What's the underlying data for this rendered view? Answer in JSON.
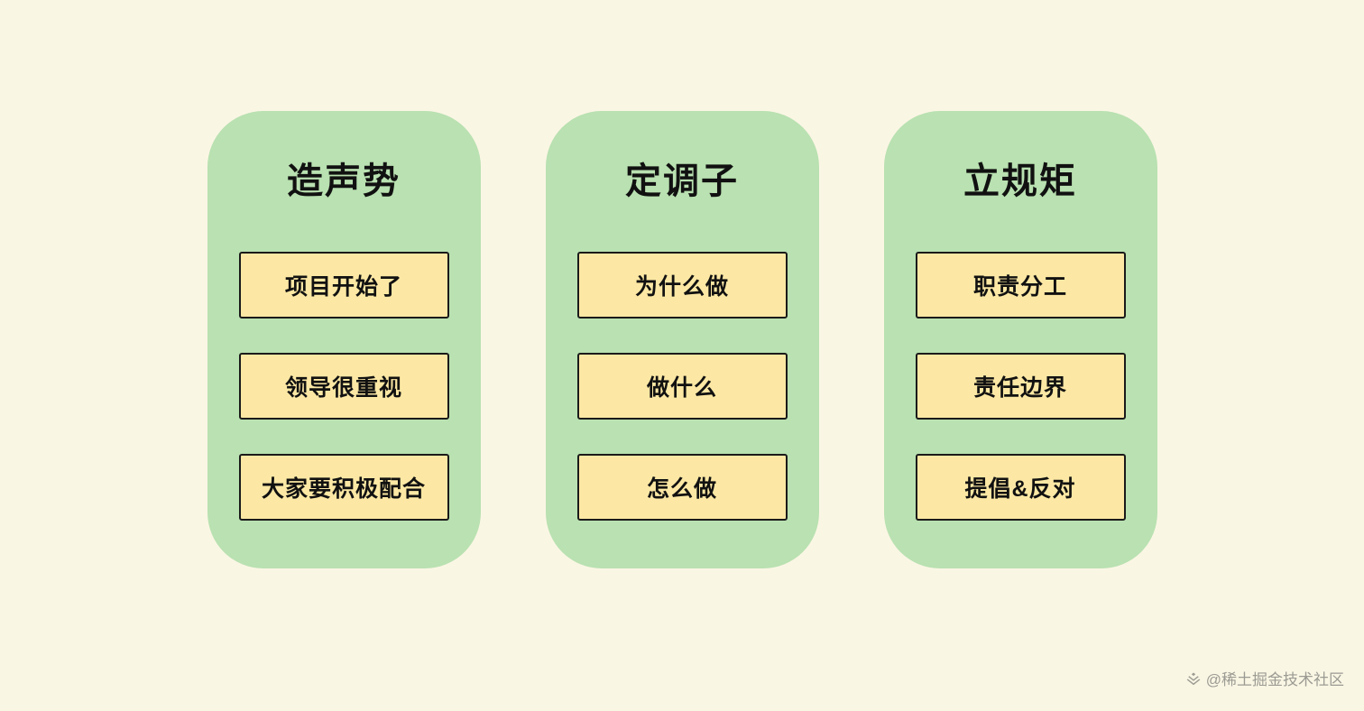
{
  "page": {
    "background_color": "#faf6e4",
    "card_color": "#b9e1b1",
    "box_color": "#fce8a4",
    "box_border_color": "#1a1a1a",
    "watermark_color": "#9b9b93"
  },
  "columns": [
    {
      "title": "造声势",
      "items": [
        "项目开始了",
        "领导很重视",
        "大家要积极配合"
      ]
    },
    {
      "title": "定调子",
      "items": [
        "为什么做",
        "做什么",
        "怎么做"
      ]
    },
    {
      "title": "立规矩",
      "items": [
        "职责分工",
        "责任边界",
        "提倡&反对"
      ]
    }
  ],
  "watermark": {
    "text": "@稀土掘金技术社区",
    "logo": "juejin-logo-icon"
  }
}
